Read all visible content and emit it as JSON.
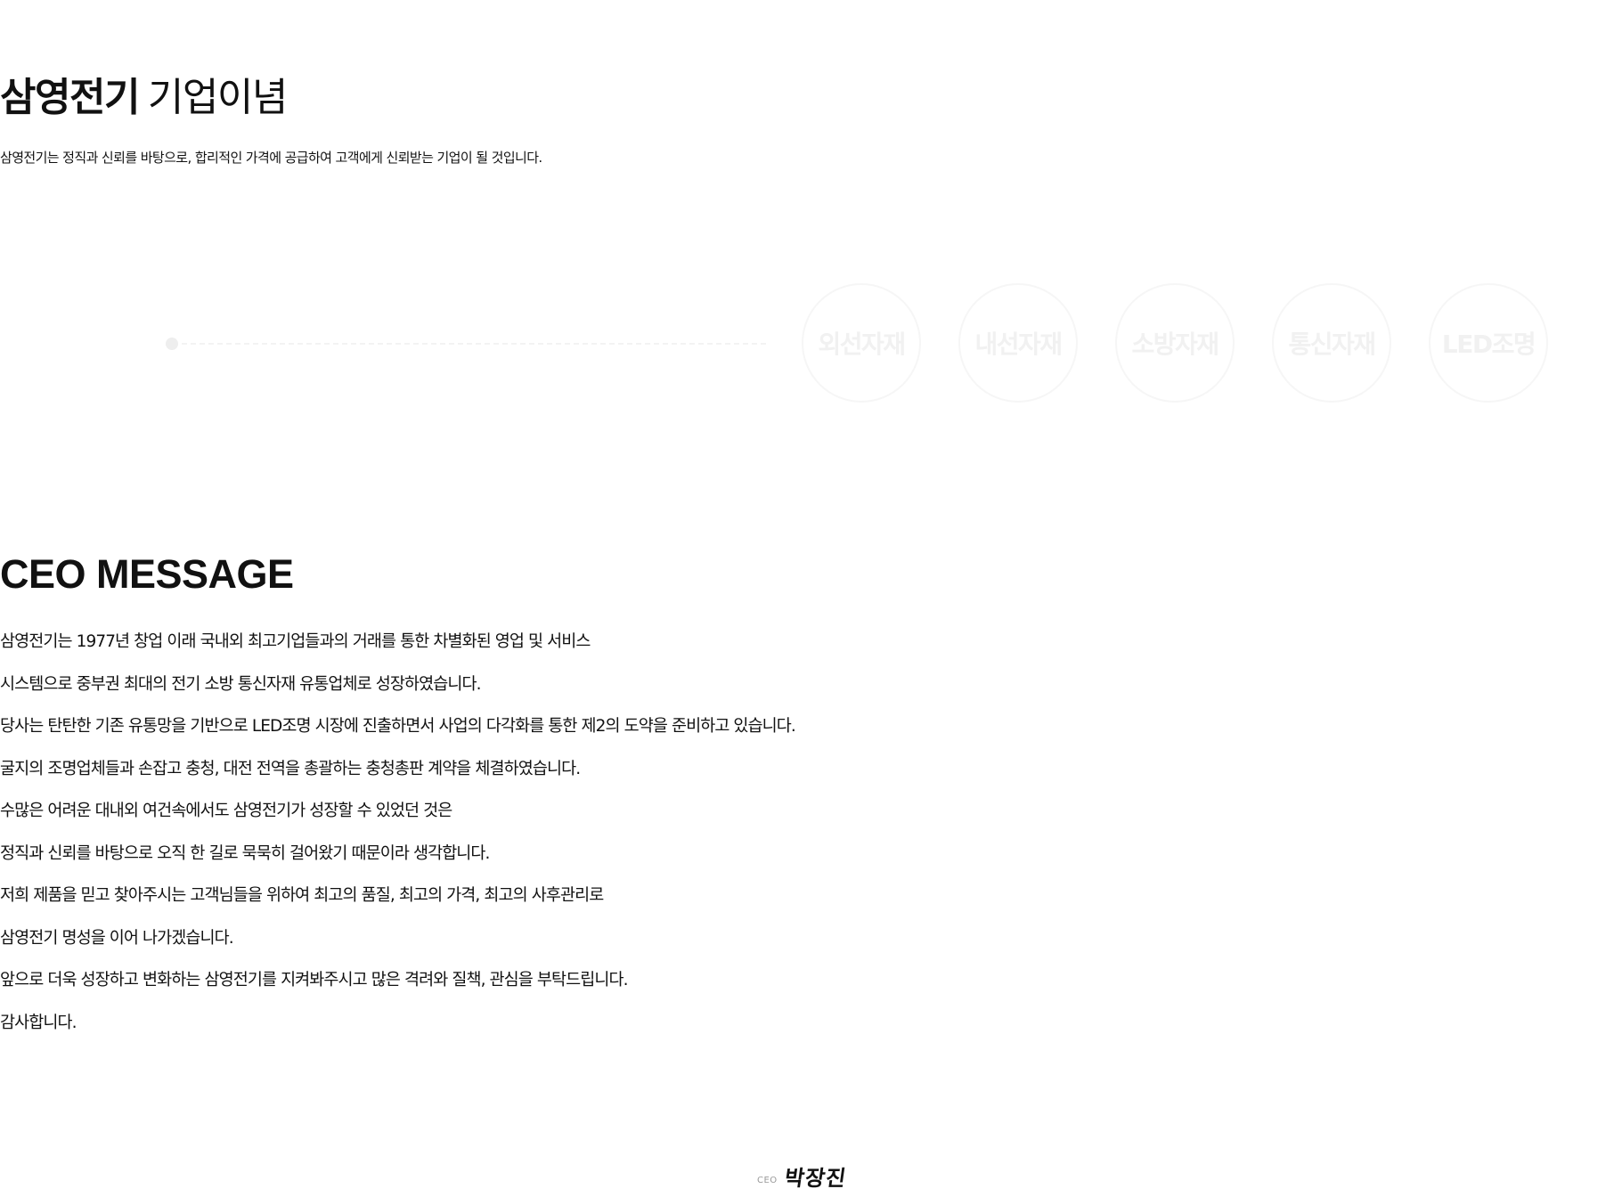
{
  "philosophy": {
    "title_bold": "삼영전기",
    "title_light": "기업이념",
    "description": "삼영전기는 정직과 신뢰를 바탕으로, 합리적인 가격에 공급하여 고객에게 신뢰받는 기업이 될 것입니다."
  },
  "products": [
    {
      "label": "외선자재"
    },
    {
      "label": "내선자재"
    },
    {
      "label": "소방자재"
    },
    {
      "label": "통신자재"
    },
    {
      "label": "LED조명"
    }
  ],
  "ceo_message": {
    "title": "CEO MESSAGE",
    "lines": [
      "삼영전기는 1977년 창업 이래 국내외 최고기업들과의 거래를 통한 차별화된 영업 및 서비스",
      "시스템으로 중부권 최대의 전기 소방 통신자재 유통업체로 성장하였습니다.",
      "당사는 탄탄한 기존 유통망을 기반으로 LED조명 시장에 진출하면서 사업의 다각화를 통한 제2의 도약을 준비하고 있습니다.",
      "굴지의 조명업체들과 손잡고 충청, 대전 전역을 총괄하는 충청총판 계약을 체결하였습니다.",
      "수많은 어려운 대내외 여건속에서도 삼영전기가 성장할 수 있었던 것은",
      "정직과 신뢰를 바탕으로 오직 한 길로 묵묵히 걸어왔기 때문이라 생각합니다.",
      "저희 제품을 믿고 찾아주시는 고객님들을 위하여 최고의 품질, 최고의 가격, 최고의 사후관리로",
      "삼영전기 명성을 이어 나가겠습니다.",
      "앞으로 더욱 성장하고 변화하는 삼영전기를 지켜봐주시고 많은 격려와 질책, 관심을 부탁드립니다.",
      "감사합니다."
    ]
  },
  "signature": {
    "label": "CEO",
    "name": "박장진"
  }
}
